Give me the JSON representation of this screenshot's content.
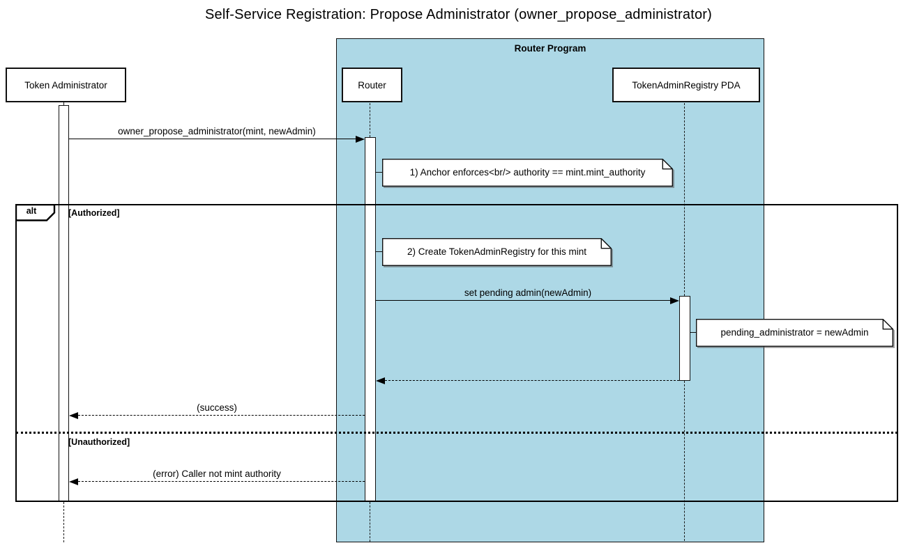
{
  "title": "Self-Service Registration: Propose Administrator (owner_propose_administrator)",
  "colors": {
    "program_box_fill": "#ADD8E6",
    "line": "#000000",
    "box_fill": "#FFFFFF"
  },
  "program_box": {
    "label": "Router Program"
  },
  "participants": [
    {
      "name": "Token Administrator"
    },
    {
      "name": "Router"
    },
    {
      "name": "TokenAdminRegistry PDA"
    }
  ],
  "messages": [
    {
      "label": "owner_propose_administrator(mint, newAdmin)",
      "from": "Token Administrator",
      "to": "Router",
      "style": "solid"
    },
    {
      "label": "set pending admin(newAdmin)",
      "from": "Router",
      "to": "TokenAdminRegistry PDA",
      "style": "solid"
    },
    {
      "label": "",
      "from": "TokenAdminRegistry PDA",
      "to": "Router",
      "style": "dashed-return"
    },
    {
      "label": "(success)",
      "from": "Router",
      "to": "Token Administrator",
      "style": "dashed-return"
    },
    {
      "label": "(error) Caller not mint authority",
      "from": "Router",
      "to": "Token Administrator",
      "style": "dashed-return"
    }
  ],
  "notes": [
    {
      "text": "1) Anchor enforces<br/> authority == mint.mint_authority"
    },
    {
      "text": "2) Create TokenAdminRegistry for this mint"
    },
    {
      "text": "pending_administrator = newAdmin"
    }
  ],
  "alt_frame": {
    "operator": "alt",
    "sections": [
      {
        "label": "[Authorized]"
      },
      {
        "label": "[Unauthorized]"
      }
    ]
  }
}
